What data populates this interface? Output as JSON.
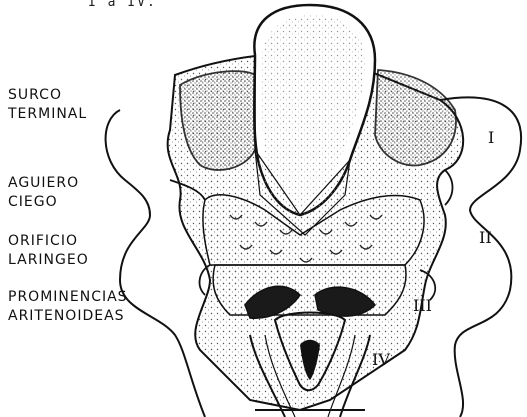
{
  "caption_top": "I a IV.",
  "labels": {
    "surco_terminal": [
      "SURCO",
      "TERMINAL"
    ],
    "aguiero_ciego": [
      "AGUIERO",
      "CIEGO"
    ],
    "orificio_laringeo": [
      "ORIFICIO",
      "LARINGEO"
    ],
    "prominencias_aritenoideas": [
      "PROMINENCIAS",
      "ARITENOIDEAS"
    ]
  },
  "arch_numerals": [
    "I",
    "II",
    "III",
    "IV"
  ],
  "colors": {
    "ink": "#111111",
    "paper": "#ffffff",
    "stipple": "#555555"
  }
}
